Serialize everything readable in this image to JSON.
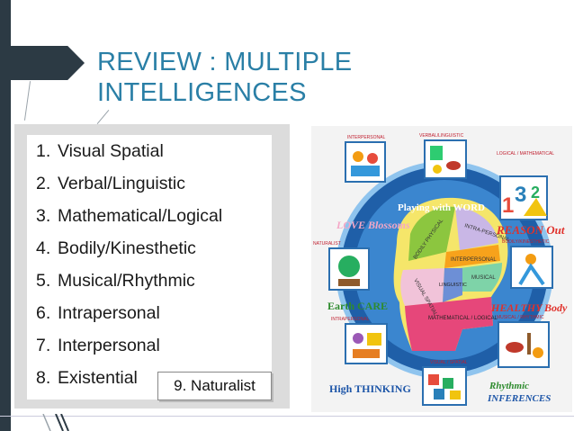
{
  "slide": {
    "title_line1": "REVIEW : MULTIPLE",
    "title_line2": "INTELLIGENCES"
  },
  "list": [
    {
      "num": "1.",
      "label": "Visual Spatial"
    },
    {
      "num": "2.",
      "label": "Verbal/Linguistic"
    },
    {
      "num": "3.",
      "label": "Mathematical/Logical"
    },
    {
      "num": "4.",
      "label": "Bodily/Kinesthetic"
    },
    {
      "num": "5.",
      "label": "Musical/Rhythmic"
    },
    {
      "num": "6.",
      "label": "Intrapersonal"
    },
    {
      "num": "7.",
      "label": "Interpersonal"
    },
    {
      "num": "8.",
      "label": "Existential"
    }
  ],
  "naturalist_note": "9. Naturalist",
  "graphic": {
    "labels": {
      "interpersonal_top": "INTERPERSONAL",
      "verbal_linguistic": "VERBAL/LINGUISTIC",
      "logical_mathematical": "LOGICAL / MATHEMATICAL",
      "naturalist": "NATURALIST",
      "bodily_kinesthetic": "BODILY/KINESTHETIC",
      "intrapersonal": "INTRAPERSONAL",
      "musical_rhythmic": "MUSICAL / RHYTHMIC",
      "visual_spatial": "VISUAL / SPATIAL"
    },
    "slogans": {
      "playing_with_word": "Playing with WORD",
      "love_blossoms": "LOVE Blossoms",
      "reason_out": "REASON Out",
      "earth_care": "Earth CARE",
      "healthy_body": "HEALTHY Body",
      "high_thinking": "High THINKING",
      "rhythmic_inferences_1": "Rhythmic",
      "rhythmic_inferences_2": "INFERENCES"
    },
    "brain_regions": {
      "intra_personal": "INTRA-PERSONAL",
      "bodily_physical": "BODILY PHYSICAL",
      "interpersonal": "INTERPERSONAL",
      "musical": "MUSICAL",
      "visual_spatial": "VISUAL SPATIAL",
      "linguistic": "LINGUISTIC",
      "mathematical_logical": "MATHEMATICAL / LOGICAL"
    },
    "math_digits": [
      "1",
      "3",
      "2"
    ],
    "colors": {
      "circle": "#2b6fb0",
      "accent_red": "#e0312b",
      "green": "#2e8b2e",
      "blue_text": "#1e56a8"
    }
  },
  "colors": {
    "title": "#2a7fa6",
    "left_bar": "#2c3a44"
  }
}
